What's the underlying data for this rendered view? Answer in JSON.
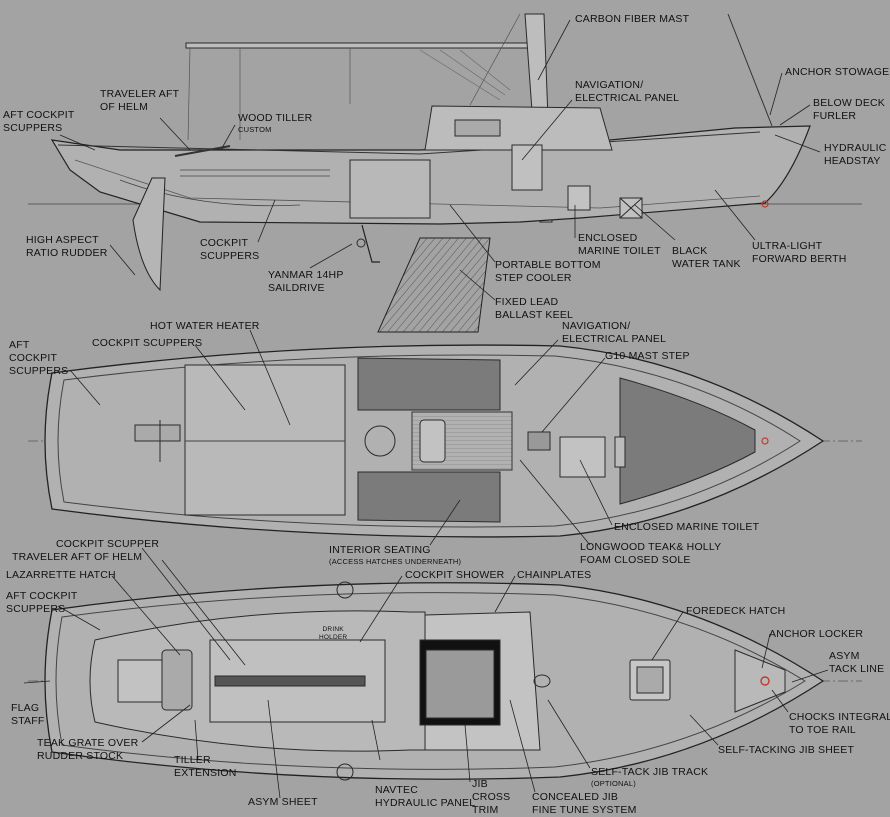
{
  "diagram": {
    "profile": {
      "carbon_fiber_mast": "CARBON FIBER MAST",
      "anchor_stowage": "ANCHOR STOWAGE",
      "below_deck_furler": [
        "BELOW DECK",
        "FURLER"
      ],
      "hydraulic_headstay": [
        "HYDRAULIC",
        "HEADSTAY"
      ],
      "navigation_panel": [
        "NAVIGATION/",
        "ELECTRICAL PANEL"
      ],
      "traveler_aft_of_helm": [
        "TRAVELER AFT",
        "OF HELM"
      ],
      "aft_cockpit_scuppers": [
        "AFT COCKPIT",
        "SCUPPERS"
      ],
      "wood_tiller": "WOOD TILLER",
      "wood_tiller_sub": "CUSTOM",
      "high_aspect_rudder": [
        "HIGH ASPECT",
        "RATIO RUDDER"
      ],
      "cockpit_scuppers": [
        "COCKPIT",
        "SCUPPERS"
      ],
      "yanmar": [
        "YANMAR 14HP",
        "SAILDRIVE"
      ],
      "enclosed_marine_toilet": [
        "ENCLOSED",
        "MARINE TOILET"
      ],
      "black_water_tank": [
        "BLACK",
        "WATER TANK"
      ],
      "ultra_light_berth": [
        "ULTRA-LIGHT",
        "FORWARD BERTH"
      ],
      "portable_cooler": [
        "PORTABLE BOTTOM",
        "STEP COOLER"
      ],
      "fixed_lead_keel": [
        "FIXED LEAD",
        "BALLAST KEEL"
      ]
    },
    "interior": {
      "hot_water_heater": "HOT WATER HEATER",
      "cockpit_scuppers": "COCKPIT SCUPPERS",
      "aft_cockpit_scuppers": [
        "AFT",
        "COCKPIT",
        "SCUPPERS"
      ],
      "navigation_panel": [
        "NAVIGATION/",
        "ELECTRICAL PANEL"
      ],
      "g10_mast_step": "G10 MAST STEP",
      "enclosed_marine_toilet": "ENCLOSED MARINE TOILET",
      "interior_seating": "INTERIOR SEATING",
      "interior_seating_sub": "(ACCESS HATCHES UNDERNEATH)",
      "longwood_sole": [
        "LONGWOOD TEAK& HOLLY",
        "FOAM CLOSED SOLE"
      ]
    },
    "deck": {
      "cockpit_scupper": "COCKPIT SCUPPER",
      "traveler_aft_of_helm": "TRAVELER AFT OF HELM",
      "lazarrette_hatch": "LAZARRETTE HATCH",
      "aft_cockpit_scuppers": [
        "AFT COCKPIT",
        "SCUPPERS"
      ],
      "cockpit_shower": "COCKPIT SHOWER",
      "chainplates": "CHAINPLATES",
      "foredeck_hatch": "FOREDECK HATCH",
      "anchor_locker": "ANCHOR LOCKER",
      "asym_tack_line": [
        "ASYM",
        "TACK LINE"
      ],
      "flag_staff": [
        "FLAG",
        "STAFF"
      ],
      "chocks": [
        "CHOCKS INTEGRAL",
        "TO TOE RAIL"
      ],
      "self_tacking_jib_sheet": "SELF-TACKING JIB SHEET",
      "teak_grate": [
        "TEAK GRATE OVER",
        "RUDDER STOCK"
      ],
      "tiller_extension": [
        "TILLER",
        "EXTENSION"
      ],
      "asym_sheet": "ASYM SHEET",
      "navtec": [
        "NAVTEC",
        "HYDRAULIC PANEL"
      ],
      "jib_cross_trim": [
        "JIB",
        "CROSS",
        "TRIM"
      ],
      "concealed_jib": [
        "CONCEALED JIB",
        "FINE TUNE SYSTEM"
      ],
      "self_tack_jib_track": "SELF-TACK JIB TRACK",
      "self_tack_jib_track_sub": "(OPTIONAL)",
      "drink_holder": [
        "DRINK",
        "HOLDER"
      ]
    }
  }
}
